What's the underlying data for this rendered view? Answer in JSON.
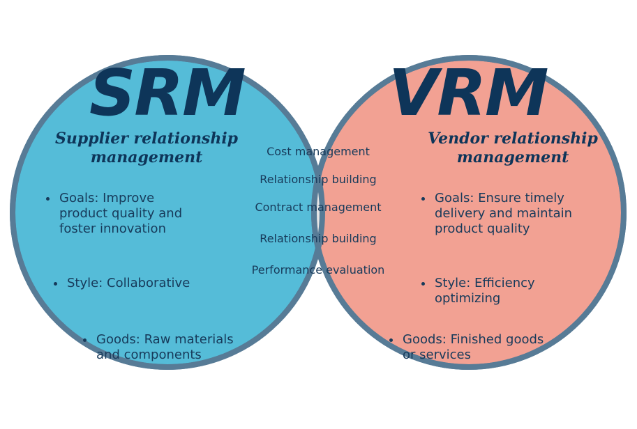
{
  "colors": {
    "left_fill": "#55bcd8",
    "right_fill": "#f2a193",
    "overlap_fill": "#e6e6e6",
    "stroke": "#577b96",
    "heading": "#0e3559",
    "body_text": "#173a5a",
    "shared_text": "#173a5a"
  },
  "left": {
    "abbr": "SRM",
    "subtitle_line1": "Supplier relationship",
    "subtitle_line2": "management",
    "bullets": [
      {
        "line1": "Goals: Improve",
        "line2": "product quality and",
        "line3": "foster innovation"
      },
      {
        "line1": "Style: Collaborative"
      },
      {
        "line1": "Goods: Raw materials",
        "line2": "and components"
      }
    ]
  },
  "right": {
    "abbr": "VRM",
    "subtitle_line1": "Vendor relationship",
    "subtitle_line2": "management",
    "bullets": [
      {
        "line1": "Goals: Ensure timely",
        "line2": "delivery and maintain",
        "line3": "product quality"
      },
      {
        "line1": "Style: Efficiency",
        "line2": "optimizing"
      },
      {
        "line1": "Goods: Finished goods",
        "line2": "or services"
      }
    ]
  },
  "shared": [
    "Cost management",
    "Relationship building",
    "Contract management",
    "Relationship building",
    "Performance evaluation"
  ]
}
